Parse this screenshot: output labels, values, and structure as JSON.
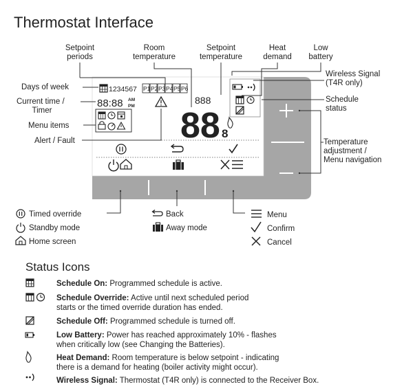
{
  "title": "Thermostat Interface",
  "labels": {
    "setpoint_periods": [
      "Setpoint",
      "periods"
    ],
    "room_temperature": [
      "Room",
      "temperature"
    ],
    "setpoint_temperature": [
      "Setpoint",
      "temperature"
    ],
    "heat_demand": [
      "Heat",
      "demand"
    ],
    "low_battery": [
      "Low",
      "battery"
    ],
    "wireless_signal": [
      "Wireless Signal",
      "(T4R only)"
    ],
    "days_of_week": "Days of week",
    "current_time": [
      "Current time /",
      "Timer"
    ],
    "menu_items": "Menu items",
    "alert_fault": "Alert / Fault",
    "schedule_status": [
      "Schedule",
      "status"
    ],
    "temp_adjust": [
      "Temperature",
      "adjustment /",
      "Menu navigation"
    ]
  },
  "lcd": {
    "days": "1234567",
    "periods": [
      "P1",
      "P2",
      "P3",
      "P4",
      "P5",
      "P6"
    ],
    "time": "88:88",
    "am": "AM",
    "pm": "PM",
    "room_temp": "88",
    "room_temp_decimal": "8",
    "setpoint": "888"
  },
  "legend": {
    "timed_override": "Timed override",
    "standby_mode": "Standby mode",
    "home_screen": "Home screen",
    "back": "Back",
    "away_mode": "Away mode",
    "menu": "Menu",
    "confirm": "Confirm",
    "cancel": "Cancel"
  },
  "status_title": "Status Icons",
  "status_icons": [
    {
      "icon": "schedule-on-icon",
      "name": "Schedule On:",
      "desc": [
        "Programmed schedule is active."
      ]
    },
    {
      "icon": "schedule-override-icon",
      "name": "Schedule Override:",
      "desc": [
        "Active until next scheduled period",
        "starts or the timed override duration has ended."
      ]
    },
    {
      "icon": "schedule-off-icon",
      "name": "Schedule Off:",
      "desc": [
        "Programmed schedule is turned off."
      ]
    },
    {
      "icon": "low-battery-icon",
      "name": "Low Battery:",
      "desc": [
        "Power has reached approximately 10% - flashes",
        "when critically low (see Changing the Batteries)."
      ]
    },
    {
      "icon": "heat-demand-icon",
      "name": "Heat Demand:",
      "desc": [
        "Room temperature is below setpoint - indicating",
        "there is a demand for heating (boiler activity might occur)."
      ]
    },
    {
      "icon": "wireless-signal-icon",
      "name": "Wireless Signal:",
      "desc": [
        "Thermostat (T4R only) is connected to the Receiver Box."
      ]
    }
  ],
  "colors": {
    "bezel": "#a6a6a6",
    "text": "#222222"
  }
}
